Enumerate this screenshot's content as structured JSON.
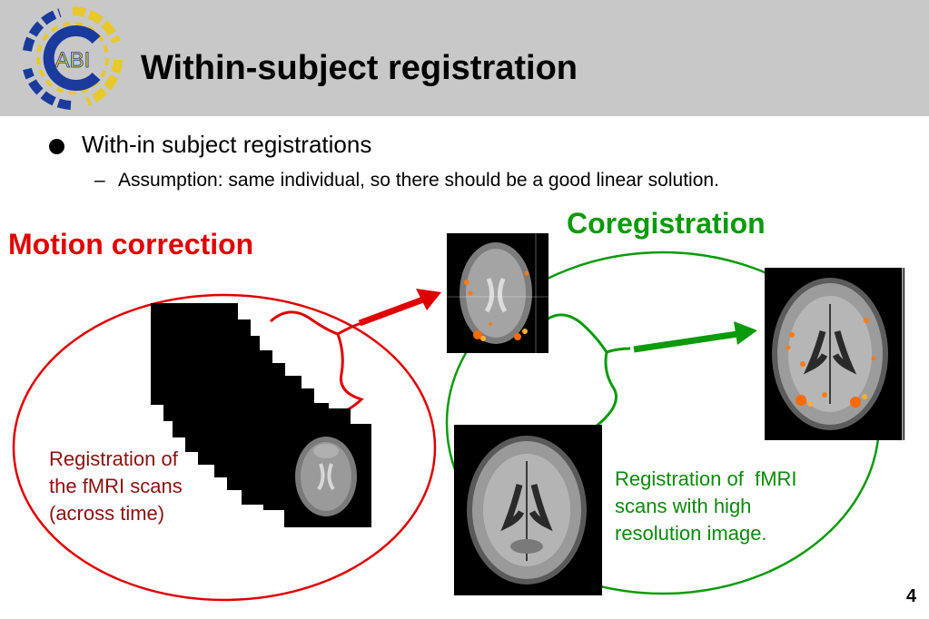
{
  "slide": {
    "title": "Within-subject registration",
    "bullet": "With-in subject registrations",
    "sub_bullet_dash": "–",
    "sub_bullet": "Assumption: same individual, so there should be a good linear solution.",
    "page_number": "4"
  },
  "logo": {
    "text": "ABI",
    "colors": {
      "blue": "#1a3a9c",
      "yellow": "#e8c82a"
    }
  },
  "motion": {
    "heading": "Motion correction",
    "caption_lines": [
      "Registration of",
      "the fMRI scans",
      "(across time)"
    ],
    "color": "#e00000"
  },
  "coreg": {
    "heading": "Coregistration",
    "caption_lines": [
      "Registration of  fMRI",
      "scans with high",
      "resolution image."
    ],
    "color": "#0a9a0a"
  }
}
